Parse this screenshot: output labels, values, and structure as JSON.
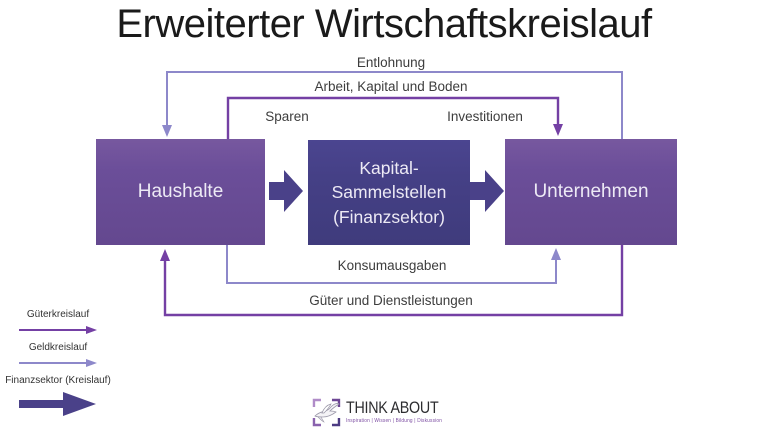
{
  "diagram": {
    "title": "Erweiterter Wirtschaftskreislauf",
    "boxes": {
      "haushalte": "Haushalte",
      "kapital": {
        "line1": "Kapital-",
        "line2": "Sammelstellen",
        "line3": "(Finanzsektor)"
      },
      "unternehmen": "Unternehmen"
    },
    "flow_labels": {
      "entlohnung": "Entlohnung",
      "arbeit_kapital_boden": "Arbeit, Kapital und Boden",
      "sparen": "Sparen",
      "investitionen": "Investitionen",
      "konsumausgaben": "Konsumausgaben",
      "gueter_dienstleistungen": "Güter und Dienstleistungen"
    },
    "colors": {
      "goods": "#7440A4",
      "money": "#8D88CA",
      "finance": "#4A4189",
      "box_purple": "#6B4E99",
      "box_indigo": "#454086",
      "title_text": "#1A1A1A",
      "label_text": "#3D3D3D",
      "box_text": "#EDEAF5",
      "logo_purple": "#7B4BA1"
    }
  },
  "legend": {
    "items": [
      {
        "label": "Güterkreislauf",
        "style": "goods-thin-arrow"
      },
      {
        "label": "Geldkreislauf",
        "style": "money-thin-arrow"
      },
      {
        "label": "Finanzsektor (Kreislauf)",
        "style": "finance-thick-arrow"
      }
    ]
  },
  "logo": {
    "name": "THINK ABOUT",
    "tagline": "Inspiration | Wissen | Bildung | Diskussion"
  }
}
